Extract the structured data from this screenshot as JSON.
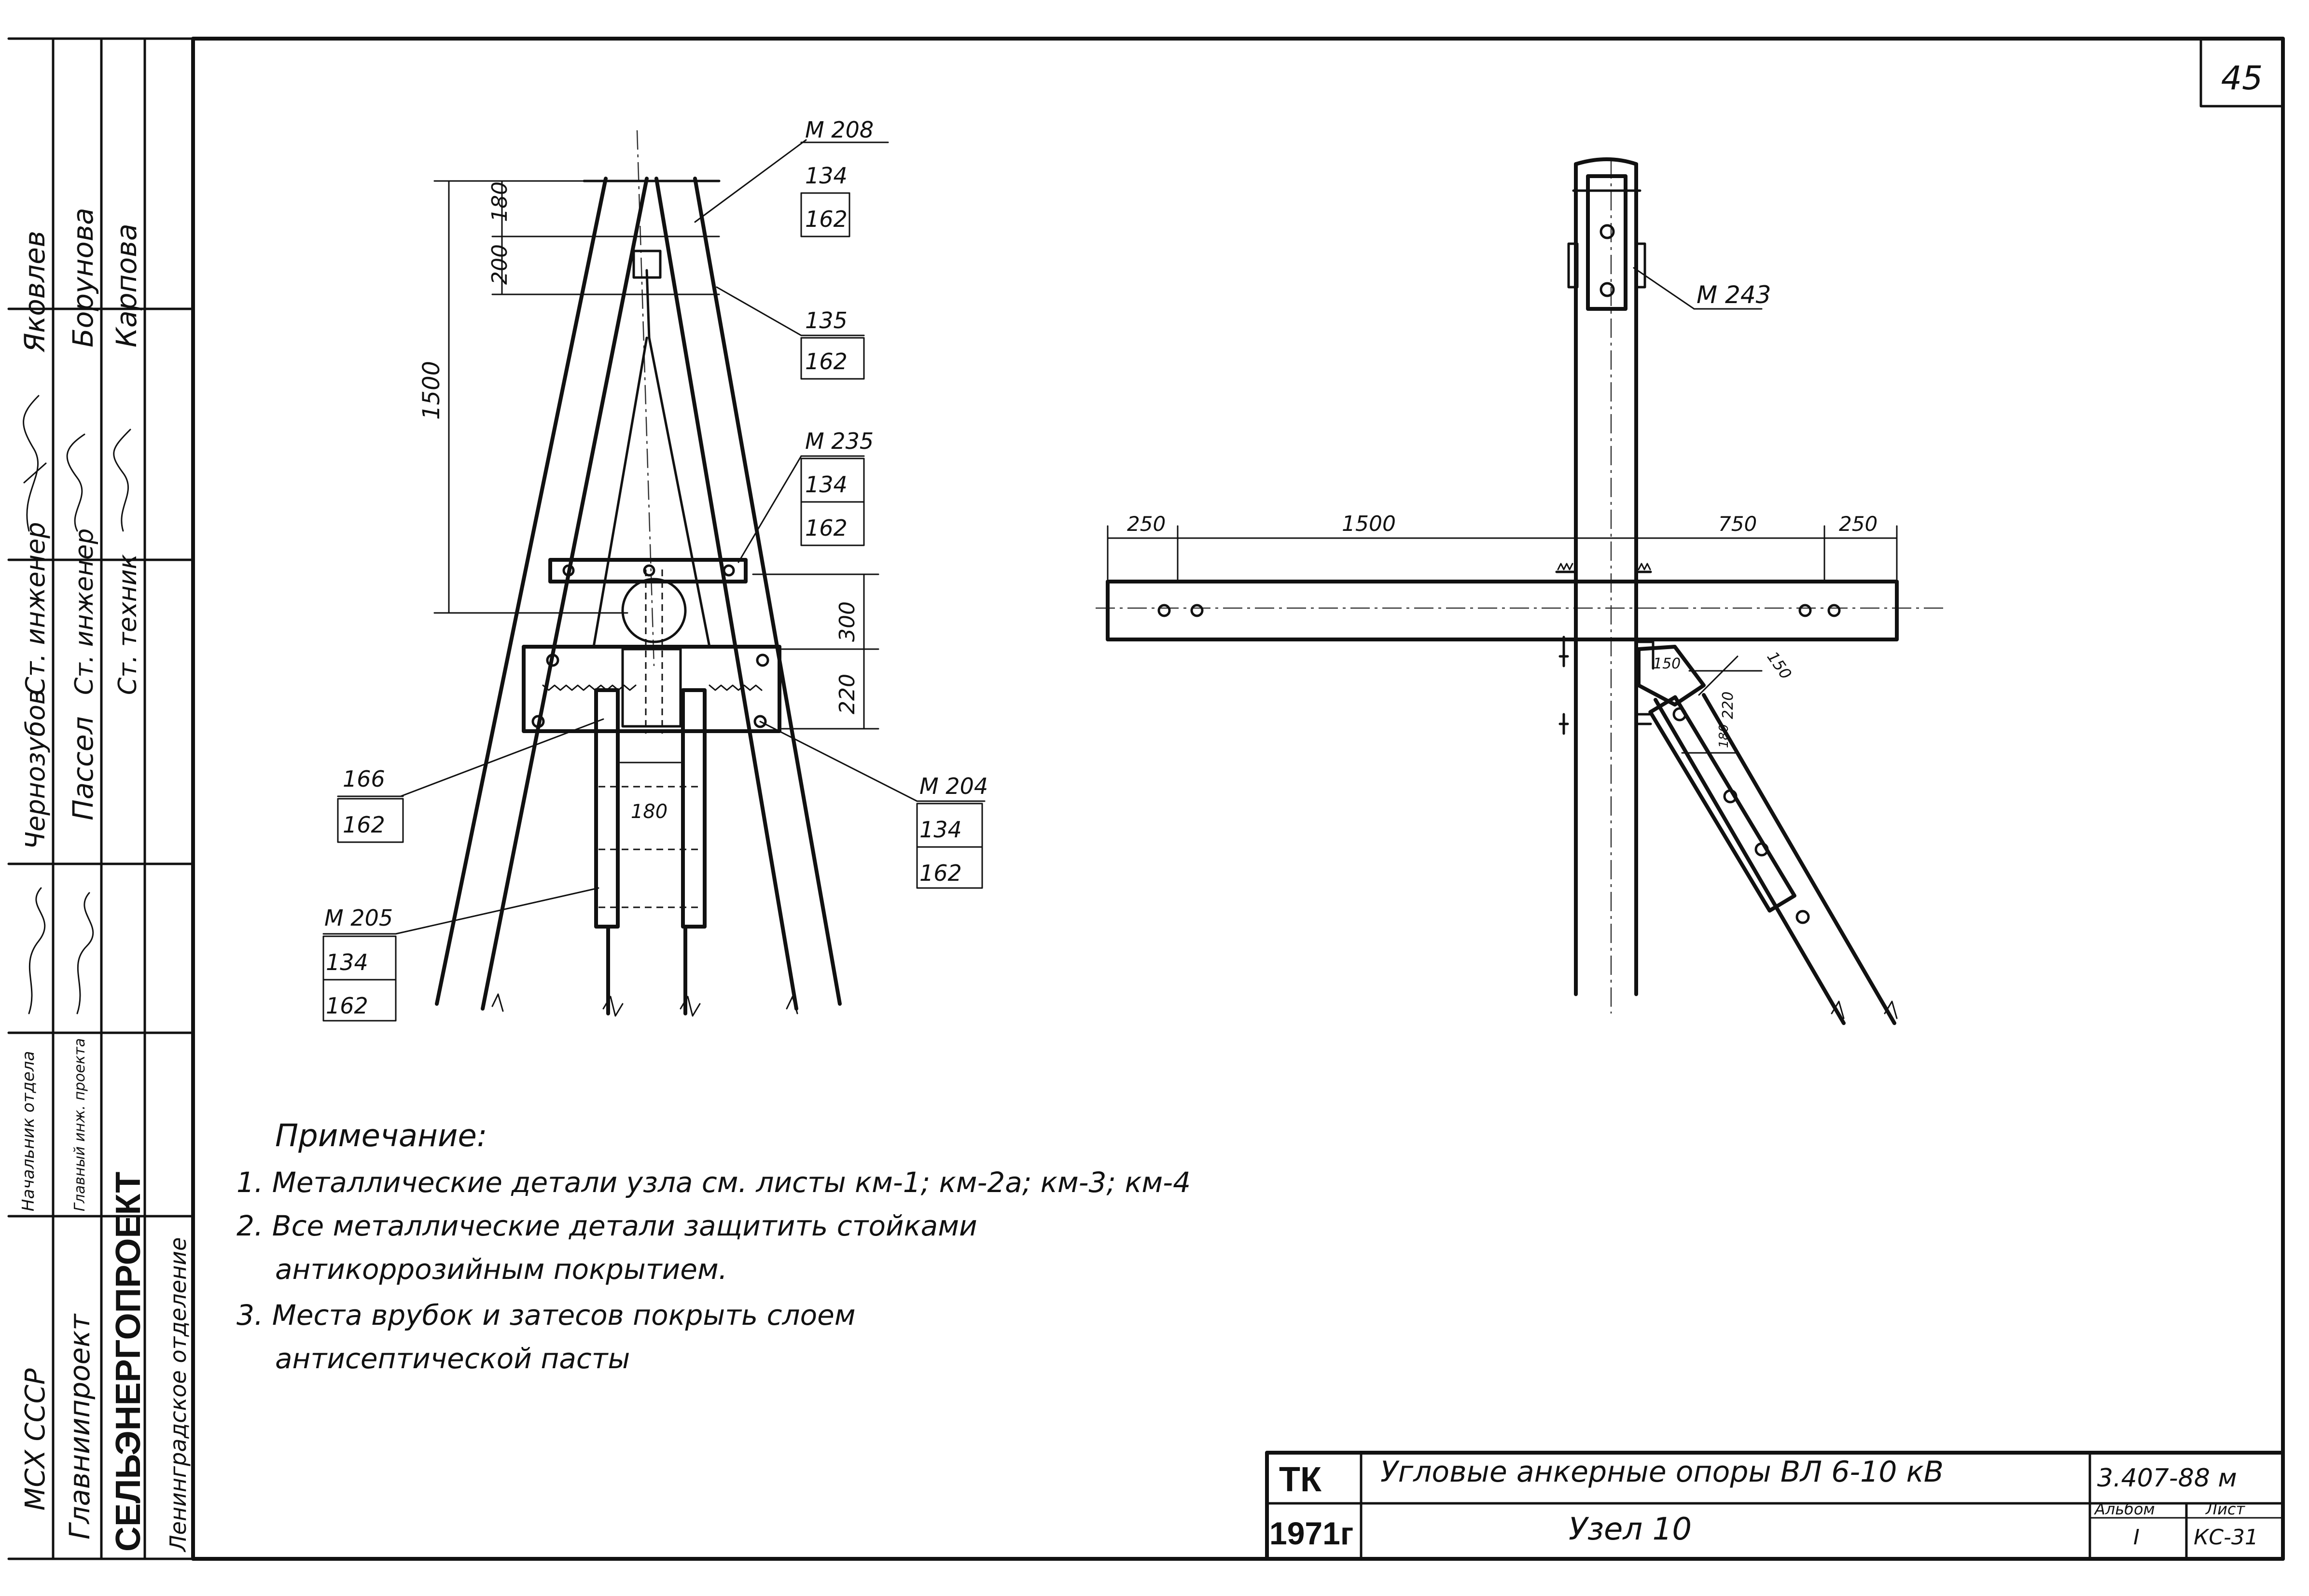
{
  "sheet": {
    "number": "45"
  },
  "left_view": {
    "callouts": {
      "top_1": [
        "М 208",
        "134",
        "162"
      ],
      "top_2": [
        "135",
        "162"
      ],
      "mid": [
        "М 235",
        "134",
        "162"
      ],
      "right": [
        "М 204",
        "134",
        "162"
      ],
      "left_upper": [
        "166",
        "162"
      ],
      "left_lower": [
        "М 205",
        "134",
        "162"
      ]
    },
    "dims": {
      "d180": "180",
      "d200": "200",
      "d1500": "1500",
      "d300": "300",
      "d220": "220",
      "d180b": "180"
    }
  },
  "right_view": {
    "callout": "М 243",
    "dims": {
      "d250a": "250",
      "d1500": "1500",
      "d750": "750",
      "d250b": "250",
      "d150a": "150",
      "d220": "220",
      "d150b": "150",
      "d180": "180"
    }
  },
  "notes": {
    "heading": "Примечание:",
    "items": [
      "1. Металлические детали узла см. листы км-1; км-2а; км-3; км-4",
      "2. Все металлические детали защитить стойками",
      "антикоррозийным покрытием.",
      "3. Места врубок и затесов покрыть слоем",
      "антисептической пасты"
    ]
  },
  "left_stamp": {
    "rows": [
      {
        "role": "Начальник отдела",
        "signature": "",
        "name": "Чернозубов"
      },
      {
        "role": "Главный инж. проекта",
        "signature": "",
        "name": "Пассел"
      },
      {
        "role": "Ст. инженер",
        "signature": "",
        "name": "Яковлев"
      },
      {
        "role": "Ст. инженер",
        "signature": "",
        "name": "Борунова"
      },
      {
        "role": "Ст. техник",
        "signature": "",
        "name": "Карпова"
      }
    ],
    "org": [
      "МСХ СССР",
      "Главниипроект",
      "СЕЛЬЭНЕРГОПРОЕКТ",
      "Ленинградское отделение"
    ]
  },
  "title_block": {
    "code": "ТК",
    "year": "1971г",
    "title": "Угловые анкерные опоры ВЛ 6-10 кВ",
    "subtitle": "Узел 10",
    "doc_number": "3.407-88 м",
    "album_label": "Альбом",
    "album_value": "I",
    "sheet_label": "Лист",
    "sheet_value": "КС-31"
  }
}
